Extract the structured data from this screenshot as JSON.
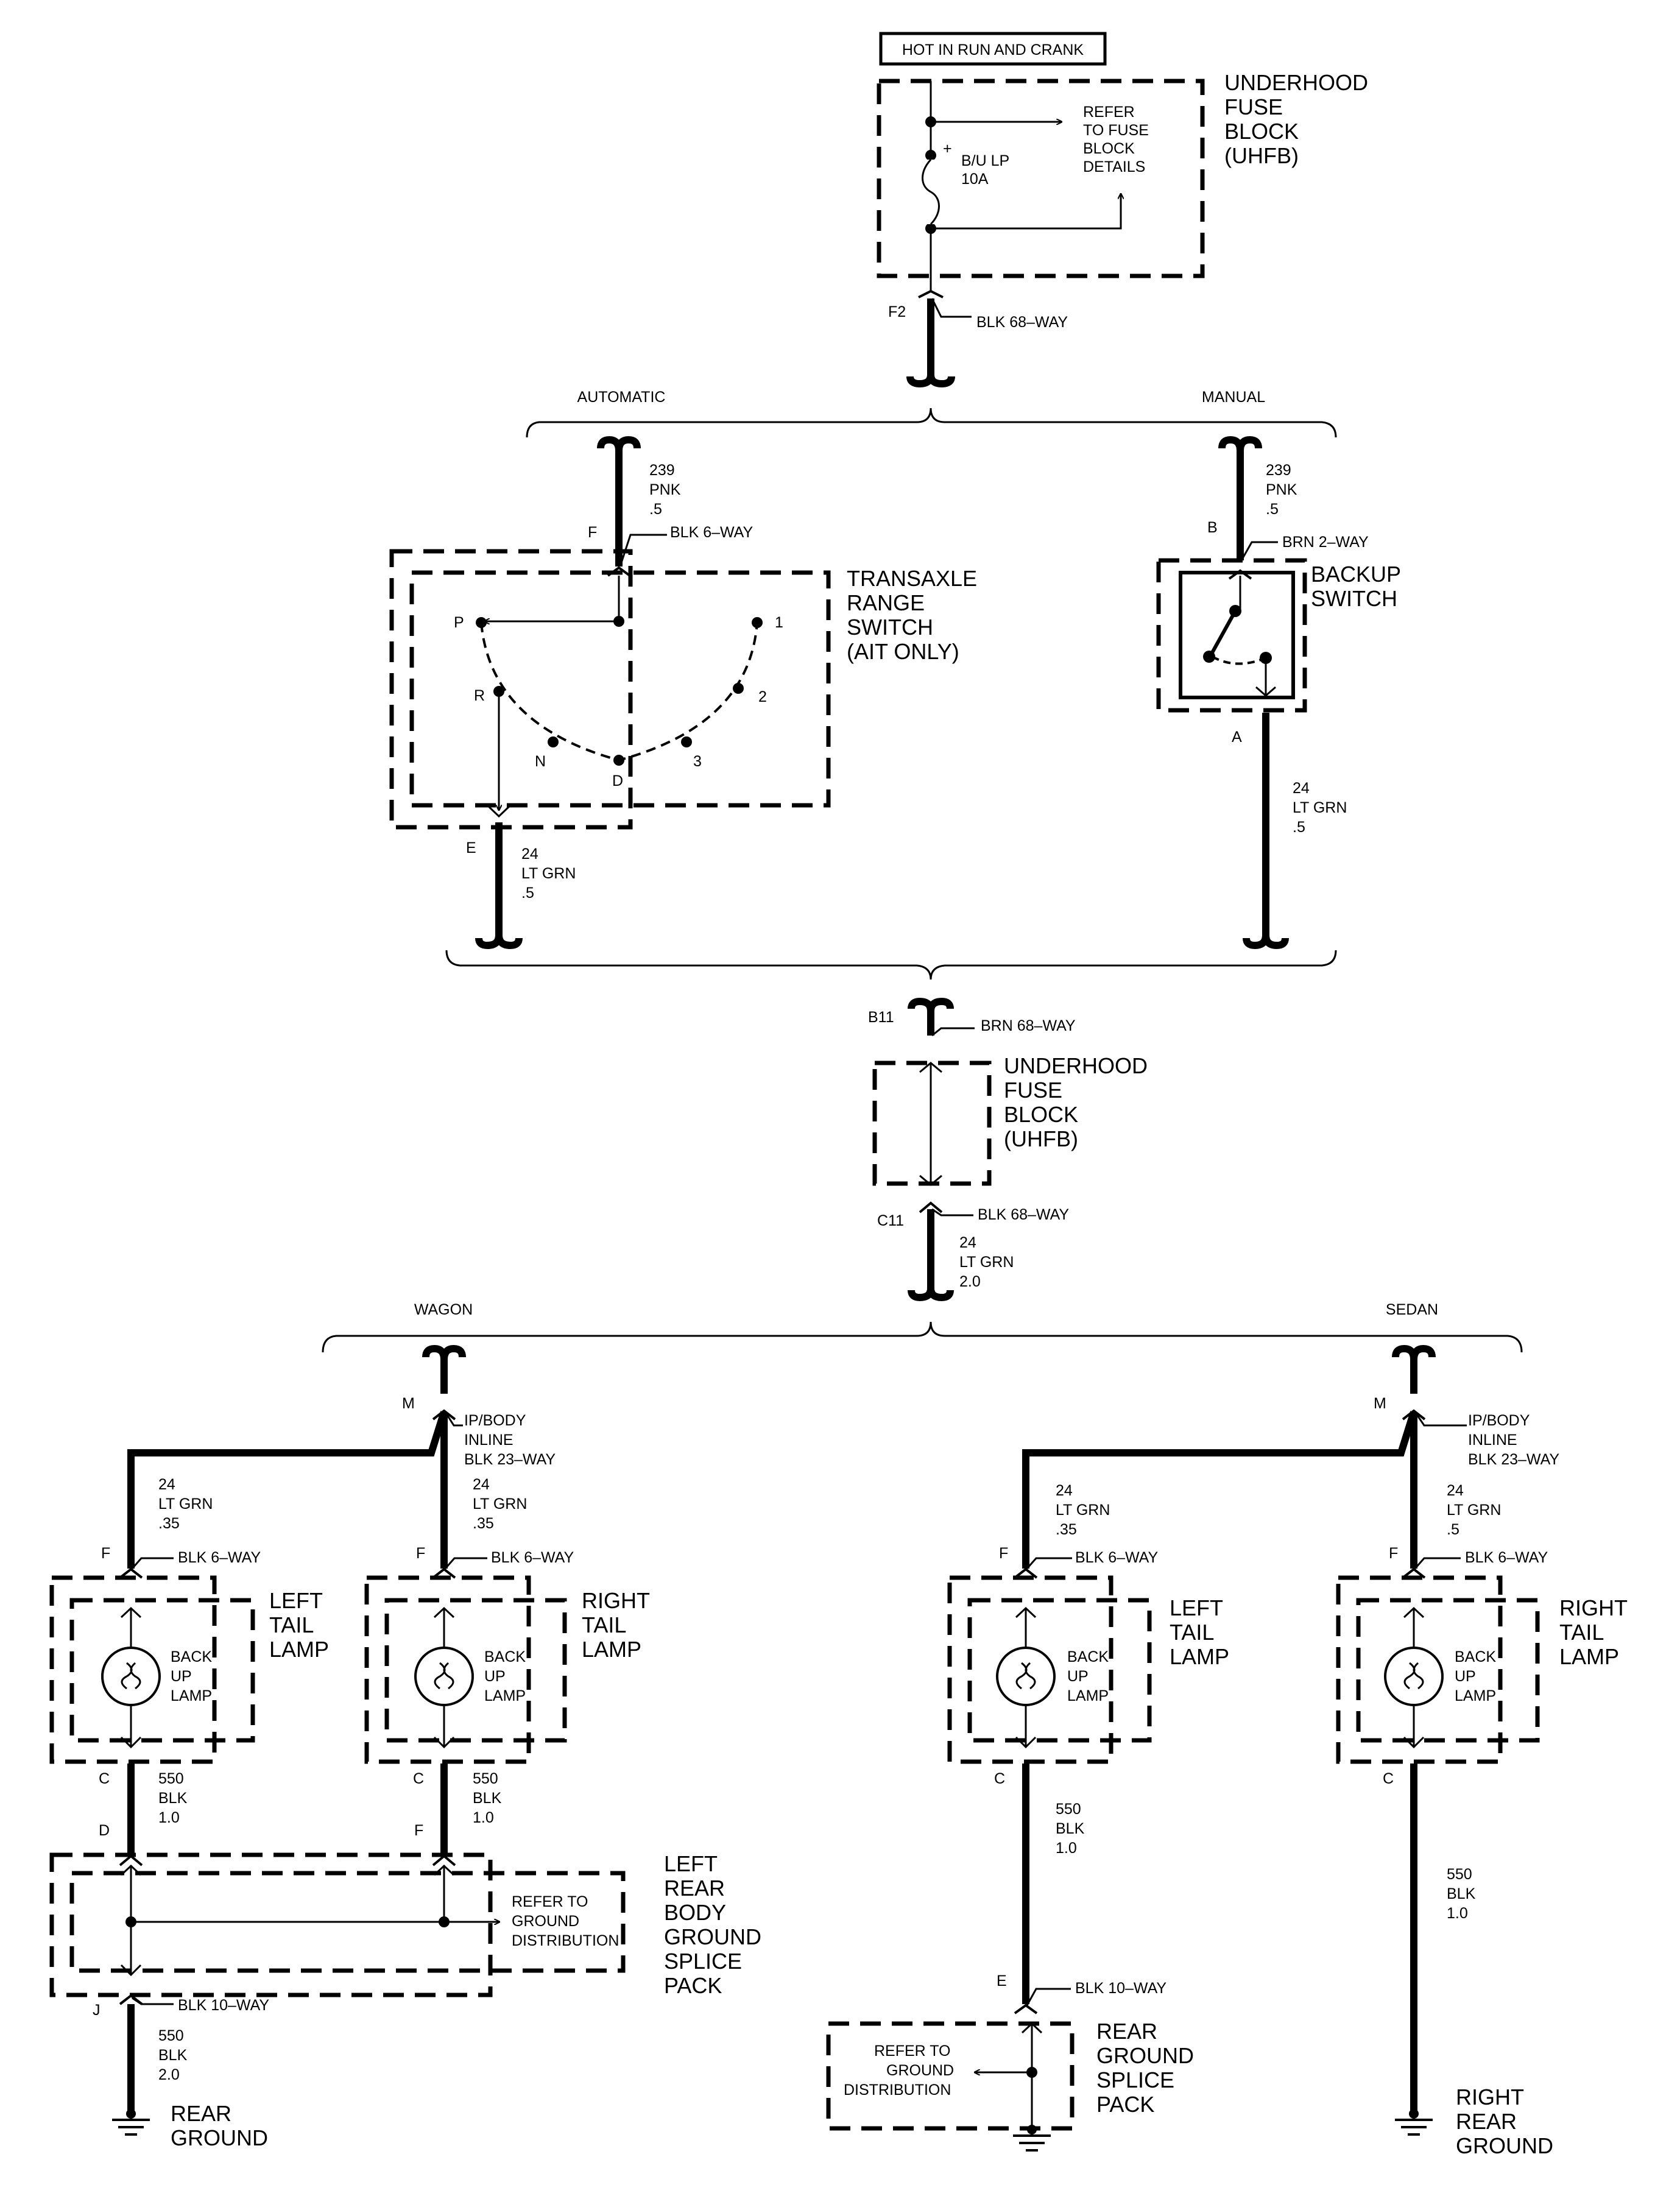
{
  "diagram": {
    "top_label": "HOT IN RUN AND CRANK",
    "uhfb_top": {
      "title_lines": [
        "UNDERHOOD",
        "FUSE",
        "BLOCK",
        "(UHFB)"
      ],
      "fuse": "B/U LP",
      "fuse_rating": "10A",
      "plus": "+",
      "refer_lines": [
        "REFER",
        "TO FUSE",
        "BLOCK",
        "DETAILS"
      ],
      "conn_pin": "F2",
      "conn_name": "BLK 68–WAY"
    },
    "branch1": {
      "left": "AUTOMATIC",
      "right": "MANUAL"
    },
    "trs": {
      "wire_lines": [
        "239",
        "PNK",
        ".5"
      ],
      "pin_in": "F",
      "conn": "BLK 6–WAY",
      "title_lines": [
        "TRANSAXLE",
        "RANGE",
        "SWITCH",
        "(AIT ONLY)"
      ],
      "positions": [
        "P",
        "R",
        "N",
        "D",
        "3",
        "2",
        "1"
      ],
      "pin_out": "E",
      "out_wire_lines": [
        "24",
        "LT GRN",
        ".5"
      ]
    },
    "backup": {
      "wire_lines": [
        "239",
        "PNK",
        ".5"
      ],
      "pin_in": "B",
      "conn": "BRN 2–WAY",
      "title_lines": [
        "BACKUP",
        "SWITCH"
      ],
      "pin_out": "A",
      "out_wire_lines": [
        "24",
        "LT GRN",
        ".5"
      ]
    },
    "uhfb_mid": {
      "in_pin": "B11",
      "in_conn": "BRN 68–WAY",
      "title_lines": [
        "UNDERHOOD",
        "FUSE",
        "BLOCK",
        "(UHFB)"
      ],
      "out_pin": "C11",
      "out_conn": "BLK 68–WAY",
      "out_wire_lines": [
        "24",
        "LT GRN",
        "2.0"
      ]
    },
    "branch2": {
      "left": "WAGON",
      "right": "SEDAN"
    },
    "inline": {
      "pin": "M",
      "lines": [
        "IP/BODY",
        "INLINE",
        "BLK 23–WAY"
      ]
    },
    "lamps": {
      "wagon_left": {
        "wire_lines": [
          "24",
          "LT GRN",
          ".35"
        ],
        "pin_in": "F",
        "conn": "BLK 6–WAY",
        "title_lines": [
          "LEFT",
          "TAIL",
          "LAMP"
        ],
        "pin_out": "C",
        "out_wire_lines": [
          "550",
          "BLK",
          "1.0"
        ]
      },
      "wagon_right": {
        "wire_lines": [
          "24",
          "LT GRN",
          ".35"
        ],
        "pin_in": "F",
        "conn": "BLK 6–WAY",
        "title_lines": [
          "RIGHT",
          "TAIL",
          "LAMP"
        ],
        "pin_out": "C",
        "out_wire_lines": [
          "550",
          "BLK",
          "1.0"
        ]
      },
      "sedan_left": {
        "wire_lines": [
          "24",
          "LT GRN",
          ".35"
        ],
        "pin_in": "F",
        "conn": "BLK 6–WAY",
        "title_lines": [
          "LEFT",
          "TAIL",
          "LAMP"
        ],
        "pin_out": "C",
        "out_wire_lines": [
          "550",
          "BLK",
          "1.0"
        ]
      },
      "sedan_right": {
        "wire_lines": [
          "24",
          "LT GRN",
          ".5"
        ],
        "pin_in": "F",
        "conn": "BLK 6–WAY",
        "title_lines": [
          "RIGHT",
          "TAIL",
          "LAMP"
        ],
        "pin_out": "C",
        "out_wire_lines": [
          "550",
          "BLK",
          "1.0"
        ]
      },
      "bulb_lines": [
        "BACK",
        "UP",
        "LAMP"
      ]
    },
    "wagon_splice": {
      "pin_d": "D",
      "pin_f": "F",
      "title_lines": [
        "LEFT",
        "REAR",
        "BODY",
        "GROUND",
        "SPLICE",
        "PACK"
      ],
      "refer_lines": [
        "REFER TO",
        "GROUND",
        "DISTRIBUTION"
      ],
      "pin_out": "J",
      "out_conn": "BLK 10–WAY",
      "out_wire_lines": [
        "550",
        "BLK",
        "2.0"
      ],
      "ground_lines": [
        "REAR",
        "GROUND"
      ]
    },
    "sedan_splice": {
      "pin_in": "E",
      "in_conn": "BLK 10–WAY",
      "title_lines": [
        "REAR",
        "GROUND",
        "SPLICE",
        "PACK"
      ],
      "refer_lines": [
        "REFER TO",
        "GROUND",
        "DISTRIBUTION"
      ]
    },
    "right_ground": {
      "lines": [
        "RIGHT",
        "REAR",
        "GROUND"
      ]
    }
  }
}
